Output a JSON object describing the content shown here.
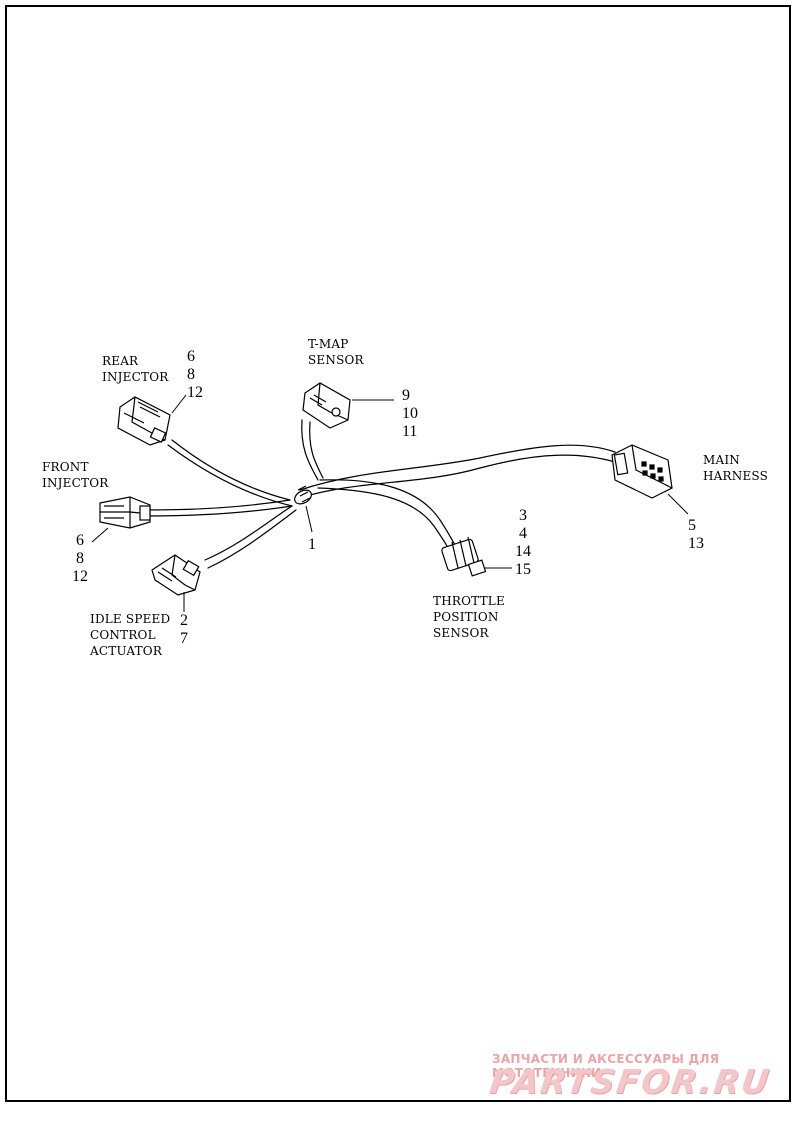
{
  "labels": {
    "rear_injector": "REAR\nINJECTOR",
    "rear_injector_refs": "6\n8\n12",
    "tmap_sensor": "T-MAP\nSENSOR",
    "tmap_refs": "9\n10\n11",
    "front_injector": "FRONT\nINJECTOR",
    "front_injector_refs": "6\n8\n12",
    "main_harness": "MAIN\nHARNESS",
    "main_harness_refs": "5\n13",
    "harness_ref": "1",
    "throttle_refs": "3\n4\n14\n15",
    "throttle_sensor": "THROTTLE\nPOSITION\nSENSOR",
    "idle_refs": "2\n7",
    "idle_actuator": "IDLE SPEED\nCONTROL\nACTUATOR"
  },
  "watermark": {
    "tagline": "ЗАПЧАСТИ И АКСЕССУАРЫ ДЛЯ МОТОТЕХНИКИ",
    "logo": "PARTSFOR.RU"
  }
}
